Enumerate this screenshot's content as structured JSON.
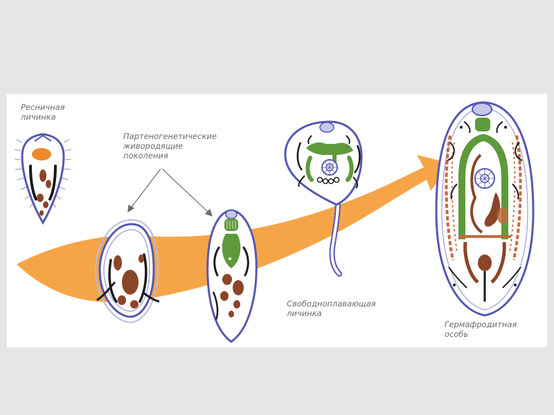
{
  "labels": {
    "ciliated_larva": [
      "Ресничная",
      "личинка"
    ],
    "parthenogenetic": [
      "Партеногенетические",
      "живородящие",
      "поколения"
    ],
    "free_swimming_larva": [
      "Свободноплавающая",
      "личинка"
    ],
    "hermaphrodite": [
      "Гермафродитная",
      "особь"
    ]
  },
  "colors": {
    "background": "#e6e6e6",
    "panel": "#ffffff",
    "arrow": "#f5a547",
    "outline": "#5558b0",
    "brown_organ": "#8b4528",
    "green_organ": "#5e9a3c",
    "eyespot": "#ee8a2a",
    "dark": "#1a1a1a",
    "label_text": "#6a6a6a"
  },
  "icons": [
    "ciliated-larva-drawing",
    "sporocyst-drawing",
    "redia-drawing",
    "cercaria-drawing",
    "adult-fluke-drawing",
    "life-cycle-arrow"
  ]
}
